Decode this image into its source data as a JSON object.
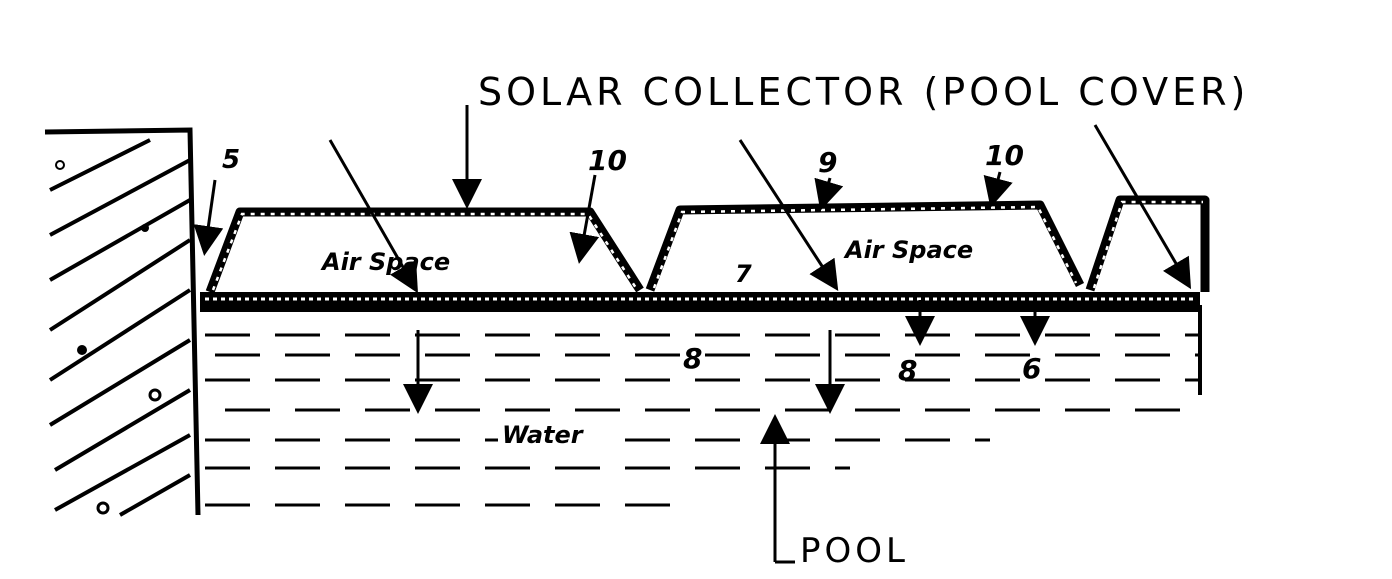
{
  "title": "SOLAR COLLECTOR (POOL COVER)",
  "labels": {
    "wall_ref": "5",
    "ref_10a": "10",
    "ref_9": "9",
    "ref_10b": "10",
    "air_space_1": "Air Space",
    "air_space_2": "Air Space",
    "ref_7": "7",
    "ref_8a": "8",
    "ref_8b": "8",
    "ref_6": "6",
    "water": "Water",
    "pool": "POOL"
  },
  "colors": {
    "ink": "#000000",
    "paper": "#ffffff"
  }
}
